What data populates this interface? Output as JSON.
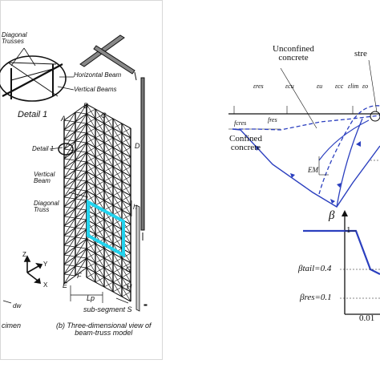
{
  "left_figure": {
    "detail": {
      "diagonal_trusses": "Diagonal\nTrusses",
      "horizontal_beam": "Horizontal Beam",
      "vertical_beams": "Vertical Beams",
      "caption": "Detail 1"
    },
    "labels": {
      "A": "A",
      "B": "B",
      "C": "C",
      "D": "D",
      "E": "E",
      "F": "F",
      "G": "G",
      "H": "H",
      "detail1": "Detail 1",
      "vertical_beam": "Vertical\nBeam",
      "diagonal_truss": "Diagonal\nTruss",
      "h": "h",
      "lp": "Lp",
      "sub_segment": "sub-segment S",
      "dw": "dw",
      "axis_z": "Z",
      "axis_y": "Y",
      "axis_x": "X"
    },
    "captions": {
      "left_partial": "cimen",
      "main": "(b) Three-dimensional view of\nbeam-truss model"
    }
  },
  "top_right": {
    "unconfined_concrete": "Unconfined\nconcrete",
    "stress_partial": "stre",
    "confined_concrete": "Confined\nconcrete",
    "eps_res": "εres",
    "eps_cu": "εcu",
    "eps_u": "εu",
    "eps_cc": "εcc",
    "eps_lim": "εlim",
    "eps_o": "εo",
    "f_cres": "fcres",
    "f_res": "fres",
    "e_m": "EM"
  },
  "bottom_right": {
    "beta_axis": "β",
    "one_label": "1",
    "beta_tail": "βtail=0.4",
    "beta_res": "βres=0.1",
    "x_tick": "0.01"
  }
}
